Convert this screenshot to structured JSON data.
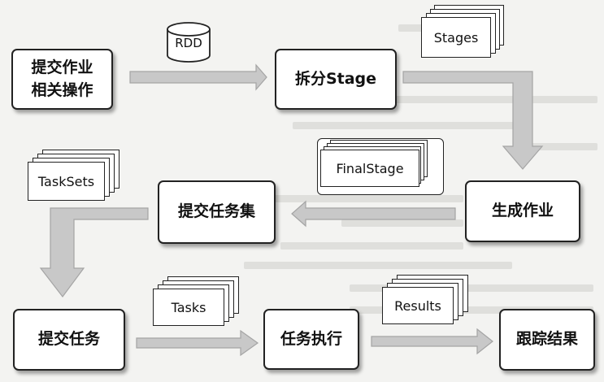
{
  "diagram": {
    "nodes": {
      "submit_job": "提交作业\n相关操作",
      "split_stage": "拆分Stage",
      "generate_job": "生成作业",
      "submit_taskset": "提交任务集",
      "submit_task": "提交任务",
      "task_execute": "任务执行",
      "track_result": "跟踪结果"
    },
    "labels": {
      "rdd": "RDD",
      "stages": "Stages",
      "final_stage": "FinalStage",
      "task_sets": "TaskSets",
      "tasks": "Tasks",
      "results": "Results"
    }
  },
  "colors": {
    "arrow_fill": "#c8c8c8",
    "arrow_stroke": "#a4a4a4",
    "border": "#222222",
    "background": "#f3f3f1"
  }
}
